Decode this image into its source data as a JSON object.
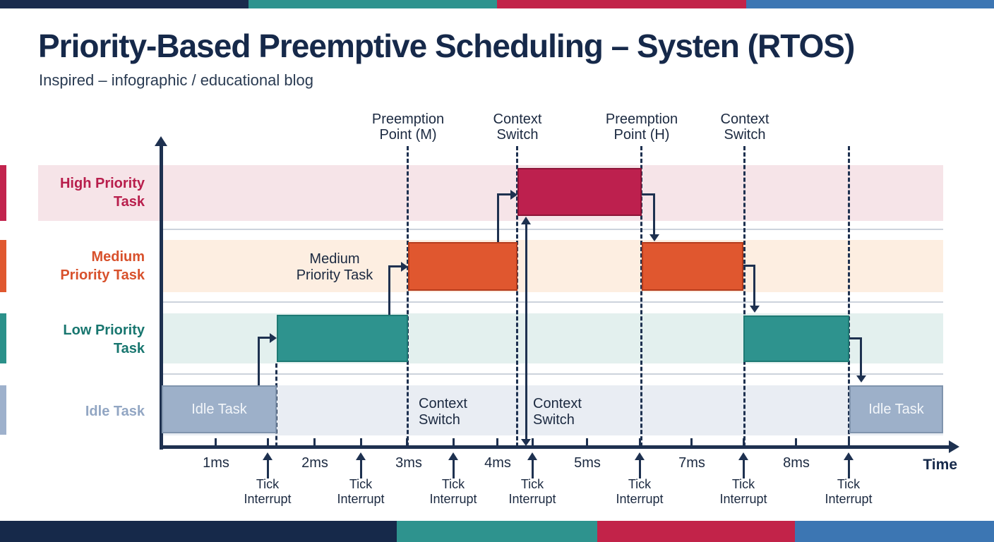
{
  "header": {
    "title": "Priority-Based Preemptive Scheduling – Systen (RTOS)",
    "subtitle": "Inspired – infographic / educational blog"
  },
  "palette": {
    "navy": "#1a2b4d",
    "teal": "#2e938e",
    "crimson": "#c22349",
    "blue": "#3c76b3",
    "high_fill": "#bd204e",
    "medium_fill": "#e0572f",
    "low_fill": "#2e938e",
    "idle_fill": "#9db0c9",
    "high_band": "#f6e4e8",
    "medium_band": "#fdeee1",
    "low_band": "#e3f0ee",
    "idle_band": "#e9edf3"
  },
  "rows": [
    {
      "label_lines": [
        "High Priority",
        "Task"
      ],
      "color": "#b81e4c"
    },
    {
      "label_lines": [
        "Medium",
        "Priority Task"
      ],
      "color": "#d8512c"
    },
    {
      "label_lines": [
        "Low Priority",
        "Task"
      ],
      "color": "#18766f"
    },
    {
      "label_lines": [
        "Idle Task"
      ],
      "color": "#92a6c3"
    }
  ],
  "event_labels": [
    {
      "line1": "Preemption",
      "line2": "Point (M)"
    },
    {
      "line1": "Context",
      "line2": "Switch"
    },
    {
      "line1": "Preemption",
      "line2": "Point (H)"
    },
    {
      "line1": "Context",
      "line2": "Switch"
    }
  ],
  "annotations": {
    "medium_task": {
      "line1": "Medium",
      "line2": "Priority Task"
    },
    "context_switch_a": {
      "line1": "Context",
      "line2": "Switch"
    },
    "context_switch_b": {
      "line1": "Context",
      "line2": "Switch"
    }
  },
  "bars": {
    "idle1_label": "Idle Task",
    "idle2_label": "Idle Task"
  },
  "axis": {
    "time_ticks": [
      "1ms",
      "2ms",
      "3ms",
      "4ms",
      "5ms",
      "7ms",
      "8ms"
    ],
    "tick_interrupt": {
      "line1": "Tick",
      "line2": "Interrupt"
    },
    "time_label": "Time"
  }
}
